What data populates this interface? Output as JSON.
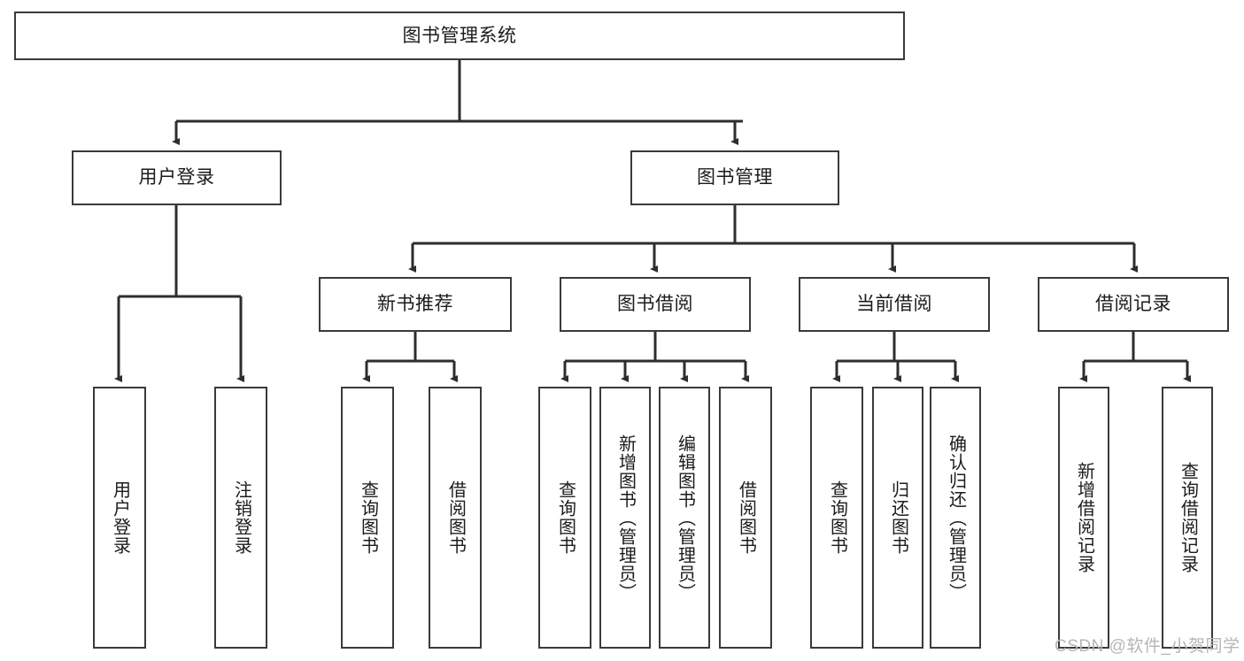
{
  "diagram": {
    "type": "tree",
    "title": "图书管理系统",
    "orientation": "top-down",
    "colors": {
      "background": "#ffffff",
      "border": "#3a3a3a",
      "text": "#1b1b1b",
      "edge": "#2d2d2d",
      "watermark": "#b6b6b6"
    },
    "root": {
      "label": "图书管理系统"
    },
    "level2": [
      {
        "label": "用户登录"
      },
      {
        "label": "图书管理"
      }
    ],
    "level3": [
      {
        "label": "新书推荐"
      },
      {
        "label": "图书借阅"
      },
      {
        "label": "当前借阅"
      },
      {
        "label": "借阅记录"
      }
    ],
    "leaves": {
      "user_login": [
        {
          "label": "用户登录"
        },
        {
          "label": "注销登录"
        }
      ],
      "new_book": [
        {
          "label": "查询图书"
        },
        {
          "label": "借阅图书"
        }
      ],
      "book_borrow": [
        {
          "label": "查询图书"
        },
        {
          "label": "新增图书（管理员）"
        },
        {
          "label": "编辑图书（管理员）"
        },
        {
          "label": "借阅图书"
        }
      ],
      "current_borrow": [
        {
          "label": "查询图书"
        },
        {
          "label": "归还图书"
        },
        {
          "label": "确认归还（管理员）"
        }
      ],
      "borrow_record": [
        {
          "label": "新增借阅记录"
        },
        {
          "label": "查询借阅记录"
        }
      ]
    }
  },
  "watermark": {
    "text": "CSDN @软件_小贺同学"
  }
}
